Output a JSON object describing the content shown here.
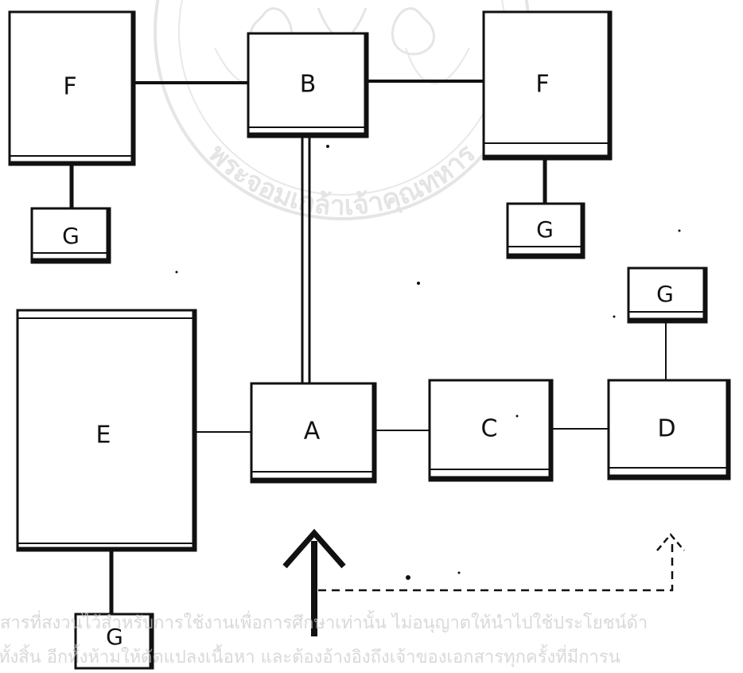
{
  "diagram": {
    "nodes": [
      {
        "id": "F-left",
        "label": "F"
      },
      {
        "id": "B",
        "label": "B"
      },
      {
        "id": "F-right",
        "label": "F"
      },
      {
        "id": "G-top-left",
        "label": "G"
      },
      {
        "id": "G-top-right",
        "label": "G"
      },
      {
        "id": "G-right",
        "label": "G"
      },
      {
        "id": "E",
        "label": "E"
      },
      {
        "id": "A",
        "label": "A"
      },
      {
        "id": "C",
        "label": "C"
      },
      {
        "id": "D",
        "label": "D"
      },
      {
        "id": "G-bottom",
        "label": "G"
      }
    ],
    "edges": [
      {
        "from": "F-left",
        "to": "B",
        "style": "solid"
      },
      {
        "from": "B",
        "to": "F-right",
        "style": "solid"
      },
      {
        "from": "F-left",
        "to": "G-top-left",
        "style": "solid"
      },
      {
        "from": "F-right",
        "to": "G-top-right",
        "style": "solid"
      },
      {
        "from": "B",
        "to": "A",
        "style": "double"
      },
      {
        "from": "E",
        "to": "A",
        "style": "solid"
      },
      {
        "from": "A",
        "to": "C",
        "style": "solid"
      },
      {
        "from": "C",
        "to": "D",
        "style": "solid"
      },
      {
        "from": "D",
        "to": "G-right",
        "style": "solid"
      },
      {
        "from": "E",
        "to": "G-bottom",
        "style": "solid"
      }
    ],
    "arrows": [
      {
        "name": "input-arrow-up",
        "style": "solid-bold"
      },
      {
        "name": "future-arrow-up",
        "style": "dashed"
      }
    ]
  },
  "watermark": {
    "seal_text": "พระจอมเกล้าเจ้าคุณทหาร",
    "line1": "สารที่สงวนไว้สำหรับการใช้งานเพื่อการศึกษาเท่านั้น ไม่อนุญาตให้นำไปใช้ประโยชน์ด้า",
    "line2": "ทั้งสิ้น อีกทั้งห้ามให้ดัดแปลงเนื้อหา และต้องอ้างอิงถึงเจ้าของเอกสารทุกครั้งที่มีการน"
  },
  "colors": {
    "ink": "#111111",
    "watermark": "#c9c9c9",
    "background": "#ffffff"
  }
}
